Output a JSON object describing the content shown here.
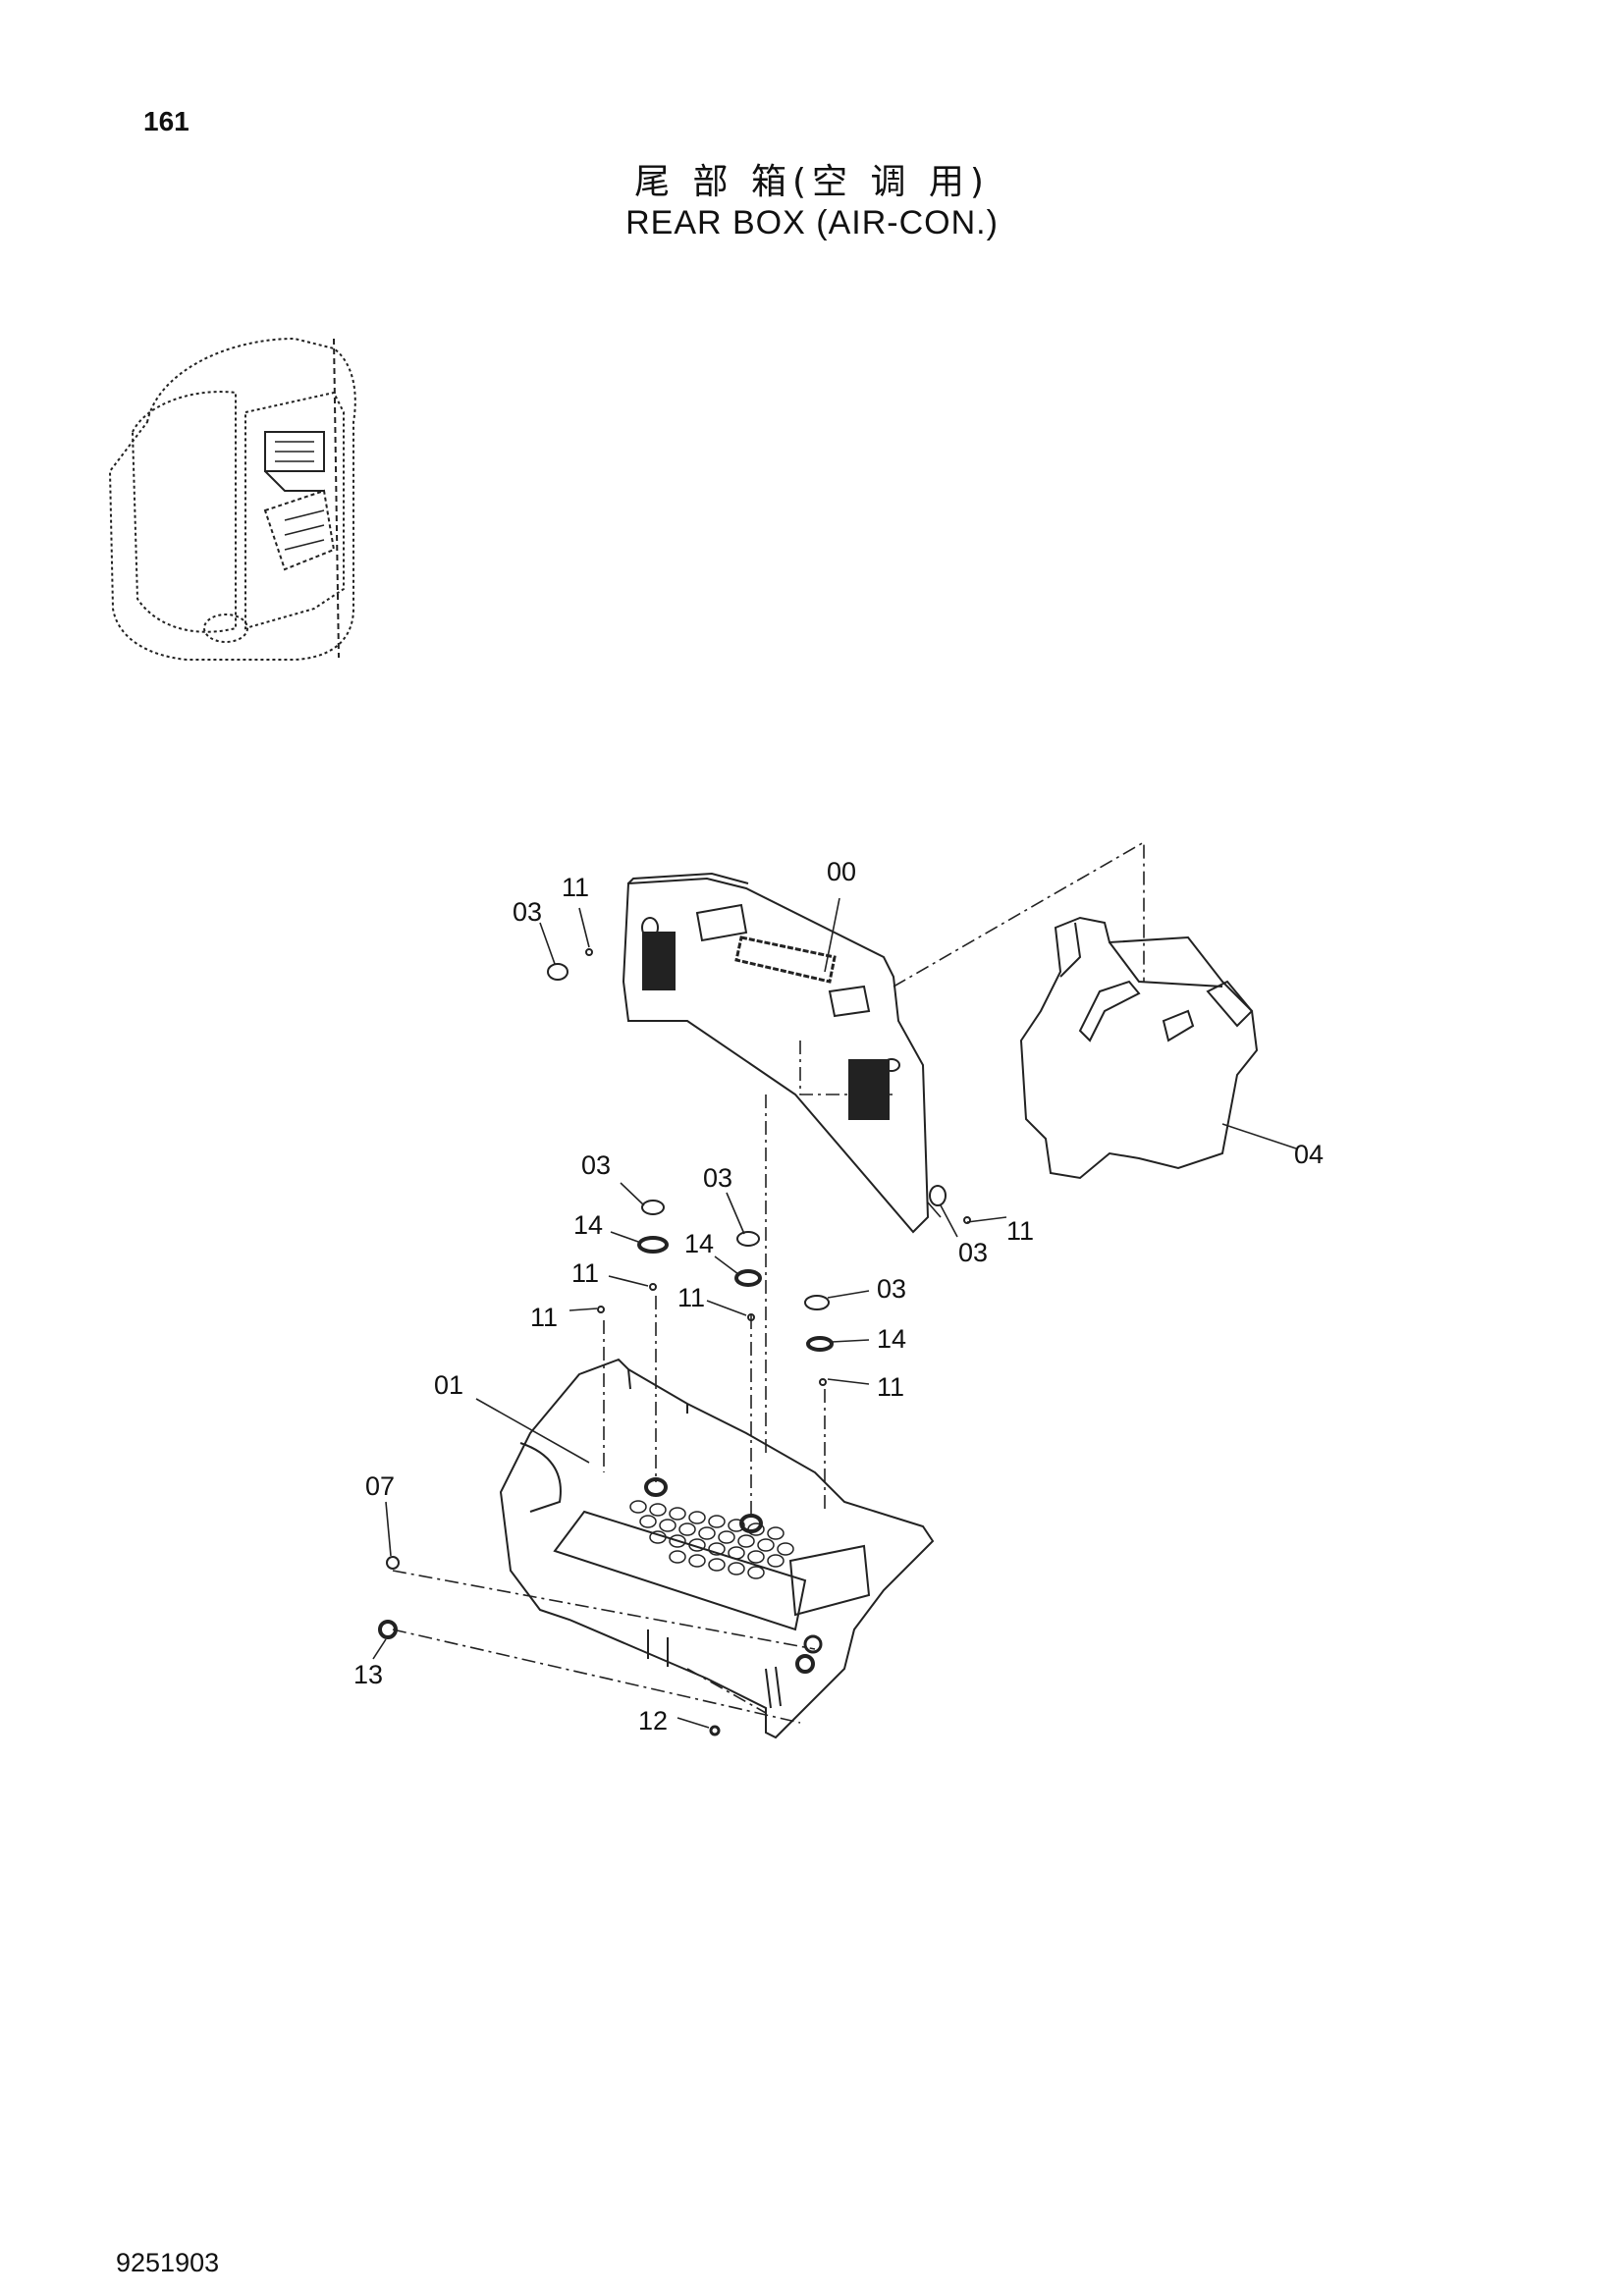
{
  "page_number": "161",
  "title_cn": "尾 部 箱(空 调 用)",
  "title_en": "REAR  BOX (AIR-CON.)",
  "document_code": "9251903",
  "callouts": [
    {
      "label": "03"
    },
    {
      "label": "11"
    },
    {
      "label": "00"
    },
    {
      "label": "04"
    },
    {
      "label": "03"
    },
    {
      "label": "03"
    },
    {
      "label": "14"
    },
    {
      "label": "14"
    },
    {
      "label": "11"
    },
    {
      "label": "11"
    },
    {
      "label": "11"
    },
    {
      "label": "03"
    },
    {
      "label": "11"
    },
    {
      "label": "03"
    },
    {
      "label": "14"
    },
    {
      "label": "11"
    },
    {
      "label": "01"
    },
    {
      "label": "07"
    },
    {
      "label": "13"
    },
    {
      "label": "12"
    }
  ]
}
